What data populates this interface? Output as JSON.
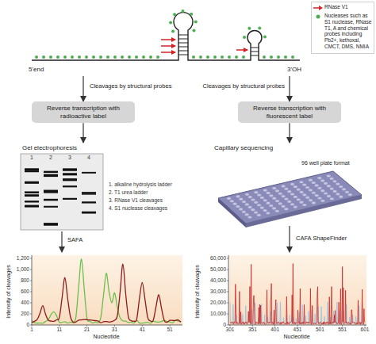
{
  "diagram": {
    "nodes": [
      {
        "text": [
          "5'end",
          "3'OH"
        ]
      },
      {
        "text": [
          "Reverse transcription with radioactive label"
        ]
      },
      {
        "text": [
          "Reverse transcription with fluorescent label"
        ]
      },
      {
        "text": [
          "Gel electrophoresis"
        ]
      },
      {
        "text": [
          "Capillary sequencing",
          "96 well plate format"
        ]
      },
      {
        "text": [
          "Intensity of cleavages",
          "Nucleotide"
        ]
      },
      {
        "text": [
          "Intensity of cleavages",
          "Nucleotide"
        ]
      }
    ],
    "edges": [
      {
        "from": 0,
        "to": 1,
        "arrow": "to",
        "label": "Cleavages by structural probes"
      },
      {
        "from": 0,
        "to": 2,
        "arrow": "to",
        "label": "Cleavages by structural probes"
      },
      {
        "from": 1,
        "to": 3,
        "arrow": "to"
      },
      {
        "from": 2,
        "to": 4,
        "arrow": "to"
      },
      {
        "from": 3,
        "to": 5,
        "arrow": "to",
        "label": "SAFA"
      },
      {
        "from": 4,
        "to": 6,
        "arrow": "to",
        "label": "CAFA ShapeFinder"
      }
    ],
    "labels": [
      "1",
      "2",
      "3",
      "4",
      "1. alkaline hydrolysis ladder",
      "2. T1 urea ladder",
      "3. RNase V1 cleavages",
      "4. S1 nuclease cleavages",
      "0",
      "200",
      "400",
      "600",
      "800",
      "1,000",
      "1,200",
      "1",
      "11",
      "21",
      "31",
      "41",
      "51",
      "0",
      "10,000",
      "20,000",
      "30,000",
      "40,000",
      "50,000",
      "60,000",
      "301",
      "351",
      "401",
      "451",
      "501",
      "551",
      "601"
    ],
    "legend": [
      {
        "text": "RNase V1"
      },
      {
        "text": "Nucleases such as S1 nuclease, RNase T1, A and chemical probes including Pb2+, kethoxal, CMCT, DMS, NMIA"
      }
    ]
  }
}
